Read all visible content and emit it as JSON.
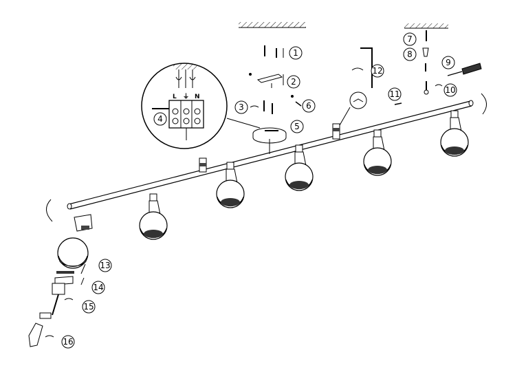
{
  "callouts": [
    {
      "id": "1",
      "label": "1"
    },
    {
      "id": "2",
      "label": "2"
    },
    {
      "id": "3",
      "label": "3"
    },
    {
      "id": "4",
      "label": "4"
    },
    {
      "id": "5",
      "label": "5"
    },
    {
      "id": "6",
      "label": "6"
    },
    {
      "id": "7",
      "label": "7"
    },
    {
      "id": "8",
      "label": "8"
    },
    {
      "id": "9",
      "label": "9"
    },
    {
      "id": "10",
      "label": "10"
    },
    {
      "id": "11",
      "label": "11"
    },
    {
      "id": "12",
      "label": "12"
    },
    {
      "id": "13",
      "label": "13"
    },
    {
      "id": "14",
      "label": "14"
    },
    {
      "id": "15",
      "label": "15"
    },
    {
      "id": "16",
      "label": "16"
    }
  ],
  "terminal_labels": {
    "L": "L",
    "earth": "⏚",
    "N": "N"
  },
  "colors": {
    "line": "#000000",
    "background": "#ffffff",
    "shade": "#555555"
  }
}
